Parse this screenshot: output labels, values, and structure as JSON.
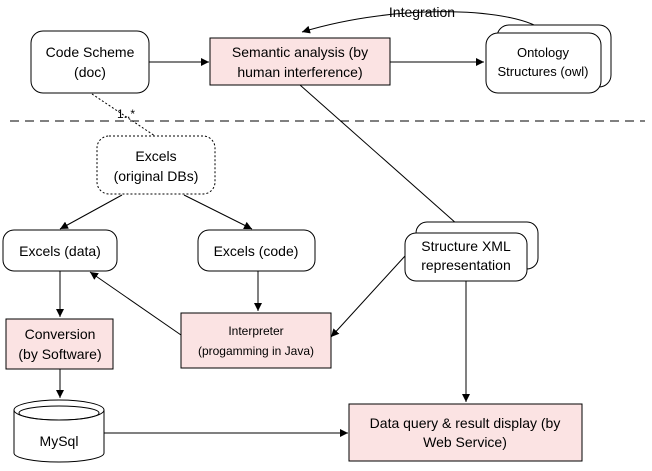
{
  "nodes": {
    "code_scheme": {
      "line1": "Code Scheme",
      "line2": "(doc)"
    },
    "semantic_analysis": {
      "line1": "Semantic analysis (by",
      "line2": "human interference)"
    },
    "ontology": {
      "line1": "Ontology",
      "line2": "Structures (owl)"
    },
    "excels_original": {
      "line1": "Excels",
      "line2": "(original DBs)"
    },
    "excels_data": {
      "line1": "Excels (data)"
    },
    "excels_code": {
      "line1": "Excels (code)"
    },
    "structure_xml": {
      "line1": "Structure XML",
      "line2": "representation"
    },
    "conversion": {
      "line1": "Conversion",
      "line2": "(by Software)"
    },
    "interpreter": {
      "line1": "Interpreter",
      "line2": "(progamming in Java)"
    },
    "mysql": {
      "line1": "MySql"
    },
    "data_query": {
      "line1": "Data query & result display (by",
      "line2": "Web Service)"
    }
  },
  "edges": {
    "integration": "Integration",
    "multiplicity": "1..*"
  },
  "colors": {
    "process_fill": "#fbe3e3",
    "box_fill": "#ffffff",
    "stroke": "#000000"
  }
}
